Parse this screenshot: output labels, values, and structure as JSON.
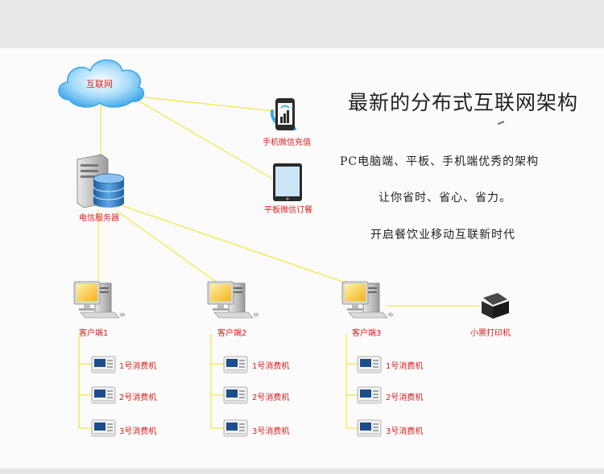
{
  "title": "最新的分布式互联网架构",
  "descriptions": [
    "PC电脑端、平板、手机端优秀的架构",
    "让你省时、省心、省力。",
    "开启餐饮业移动互联新时代"
  ],
  "cloud": {
    "label": "互联网"
  },
  "server": {
    "label": "电信服务器"
  },
  "phone": {
    "label": "手机微信充值"
  },
  "tablet": {
    "label": "平板微信订餐"
  },
  "printer": {
    "label": "小票打印机"
  },
  "clients": [
    {
      "label": "客户端1",
      "terminals": [
        "1号消费机",
        "2号消费机",
        "3号消费机"
      ]
    },
    {
      "label": "客户端2",
      "terminals": [
        "1号消费机",
        "2号消费机",
        "3号消费机"
      ]
    },
    {
      "label": "客户端3",
      "terminals": [
        "1号消费机",
        "2号消费机",
        "3号消费机"
      ]
    }
  ],
  "colors": {
    "link": "#f2e64a",
    "label_red": "#d81e1e",
    "cloud_blue": "#4ab0ec"
  }
}
